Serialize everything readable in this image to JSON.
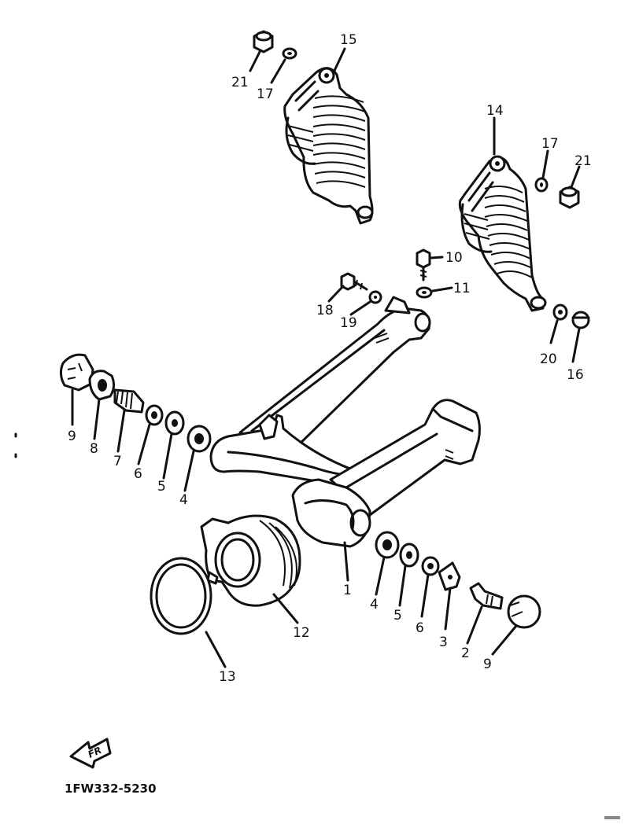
{
  "diagram_code": "1FW332-5230",
  "direction_marker": "FR",
  "callouts": [
    {
      "id": "c15",
      "text": "15"
    },
    {
      "id": "c21a",
      "text": "21"
    },
    {
      "id": "c17a",
      "text": "17"
    },
    {
      "id": "c14",
      "text": "14"
    },
    {
      "id": "c17b",
      "text": "17"
    },
    {
      "id": "c21b",
      "text": "21"
    },
    {
      "id": "c10",
      "text": "10"
    },
    {
      "id": "c11",
      "text": "11"
    },
    {
      "id": "c18",
      "text": "18"
    },
    {
      "id": "c19",
      "text": "19"
    },
    {
      "id": "c20",
      "text": "20"
    },
    {
      "id": "c16",
      "text": "16"
    },
    {
      "id": "c9a",
      "text": "9"
    },
    {
      "id": "c8",
      "text": "8"
    },
    {
      "id": "c7",
      "text": "7"
    },
    {
      "id": "c6a",
      "text": "6"
    },
    {
      "id": "c5a",
      "text": "5"
    },
    {
      "id": "c4a",
      "text": "4"
    },
    {
      "id": "c1",
      "text": "1"
    },
    {
      "id": "c4b",
      "text": "4"
    },
    {
      "id": "c5b",
      "text": "5"
    },
    {
      "id": "c6b",
      "text": "6"
    },
    {
      "id": "c3",
      "text": "3"
    },
    {
      "id": "c2",
      "text": "2"
    },
    {
      "id": "c9b",
      "text": "9"
    },
    {
      "id": "c12",
      "text": "12"
    },
    {
      "id": "c13",
      "text": "13"
    }
  ]
}
